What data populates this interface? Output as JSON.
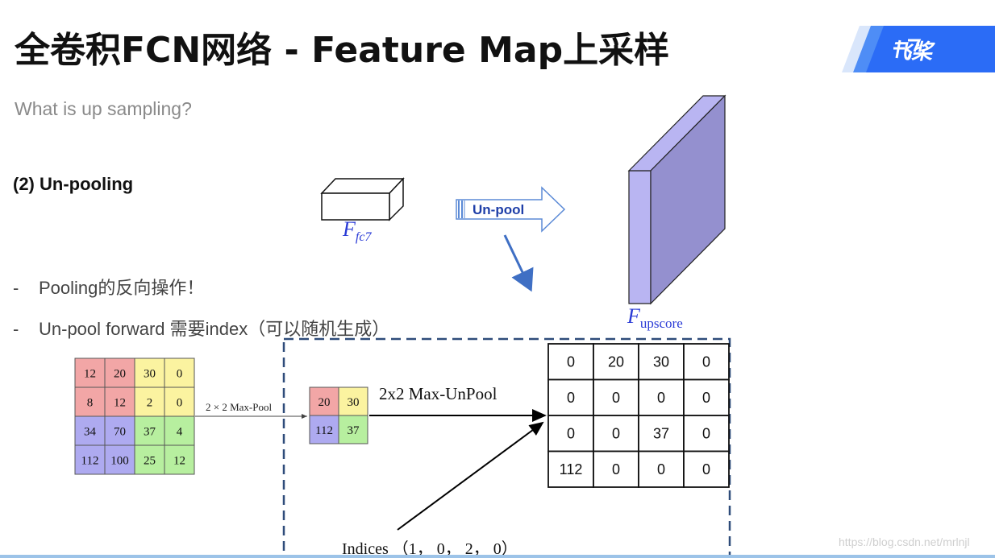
{
  "header": {
    "title": "全卷积FCN网络 - Feature Map上采样",
    "logo_text": "飞桨",
    "logo_color": "#2b6cf6"
  },
  "subtitle": "What is up sampling?",
  "section_title": "(2) Un-pooling",
  "bullets": [
    {
      "dash": "-",
      "text": "Pooling的反向操作！"
    },
    {
      "dash": "-",
      "text": "Un-pool forward 需要index（可以随机生成）"
    }
  ],
  "diagram": {
    "fc7_label": "F",
    "fc7_sub": "fc7",
    "unpool_label": "Un-pool",
    "upscore_label": "F",
    "upscore_sub": "upscore",
    "maxpool_label": "2 × 2 Max-Pool",
    "maxunpool_label": "2x2 Max-UnPool",
    "indices_label": "Indices （1， 0， 2， 0）",
    "input_grid": [
      [
        "12",
        "20",
        "30",
        "0"
      ],
      [
        "8",
        "12",
        "2",
        "0"
      ],
      [
        "34",
        "70",
        "37",
        "4"
      ],
      [
        "112",
        "100",
        "25",
        "12"
      ]
    ],
    "pooled_grid": [
      [
        "20",
        "30"
      ],
      [
        "112",
        "37"
      ]
    ],
    "output_grid": [
      [
        "0",
        "20",
        "30",
        "0"
      ],
      [
        "0",
        "0",
        "0",
        "0"
      ],
      [
        "0",
        "0",
        "37",
        "0"
      ],
      [
        "112",
        "0",
        "0",
        "0"
      ]
    ],
    "colors": {
      "red": "#f2a6a6",
      "yellow": "#fbf3a0",
      "blue": "#aeaaf0",
      "green": "#b7ef9f",
      "accent_blue": "#2a3bd6",
      "box_front": "#b9b5f2",
      "box_side": "#9490cf",
      "dash_border": "#2f4c7a",
      "arrow_blue": "#3f6fc4"
    }
  },
  "watermark": "https://blog.csdn.net/mrlnjl"
}
